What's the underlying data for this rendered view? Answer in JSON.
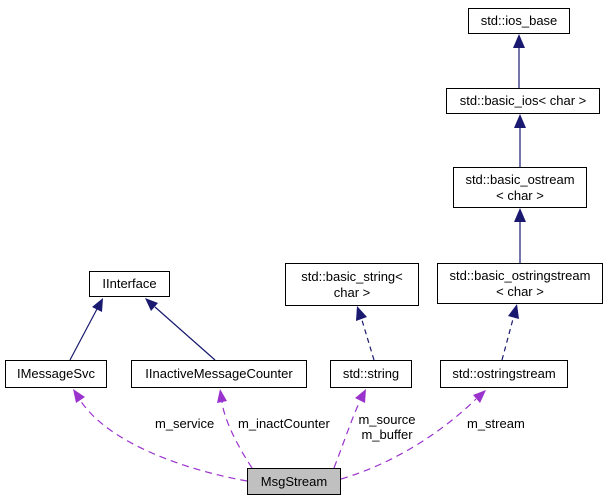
{
  "colors": {
    "inheritance_arrow": "#191970",
    "usage_arrow": "#9a32cd",
    "node_border": "#000000",
    "node_fill": "#ffffff",
    "highlight_fill": "#c0c0c0",
    "background": "#ffffff",
    "text": "#000000"
  },
  "diagram": {
    "type": "collaboration-diagram",
    "nodes": {
      "ios_base": {
        "label": "std::ios_base"
      },
      "basic_ios": {
        "label": "std::basic_ios< char >"
      },
      "basic_ostream": {
        "line1": "std::basic_ostream",
        "line2": "< char >"
      },
      "basic_ostringstream": {
        "line1": "std::basic_ostringstream",
        "line2": "< char >"
      },
      "basic_string": {
        "line1": "std::basic_string<",
        "line2": "char >"
      },
      "ostringstream": {
        "label": "std::ostringstream"
      },
      "string": {
        "label": "std::string"
      },
      "iinterface": {
        "label": "IInterface"
      },
      "imessagesvc": {
        "label": "IMessageSvc"
      },
      "iinactive": {
        "label": "IInactiveMessageCounter"
      },
      "msgstream": {
        "label": "MsgStream"
      }
    },
    "edge_labels": {
      "service": "m_service",
      "inact_counter": "m_inactCounter",
      "source": "m_source",
      "buffer": "m_buffer",
      "stream": "m_stream"
    }
  }
}
